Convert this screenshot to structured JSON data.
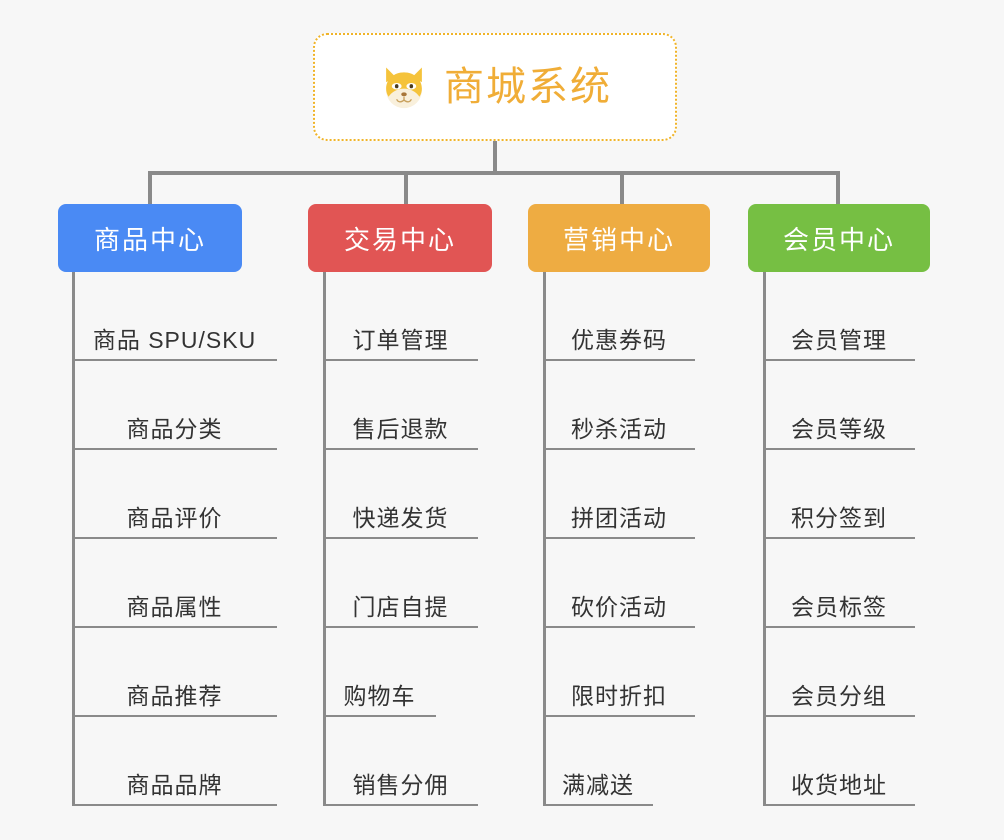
{
  "root": {
    "title": "商城系统",
    "icon": "shiba-dog-face-icon",
    "border_color": "#f0b429",
    "text_color": "#f0ad37"
  },
  "connector": {
    "color": "#8a8a8a"
  },
  "branches": [
    {
      "id": "product-center",
      "label": "商品中心",
      "color": "#4a8af4",
      "items": [
        "商品 SPU/SKU",
        "商品分类",
        "商品评价",
        "商品属性",
        "商品推荐",
        "商品品牌"
      ]
    },
    {
      "id": "trade-center",
      "label": "交易中心",
      "color": "#e15554",
      "items": [
        "订单管理",
        "售后退款",
        "快递发货",
        "门店自提",
        "购物车",
        "销售分佣"
      ]
    },
    {
      "id": "marketing-center",
      "label": "营销中心",
      "color": "#eeac42",
      "items": [
        "优惠券码",
        "秒杀活动",
        "拼团活动",
        "砍价活动",
        "限时折扣",
        "满减送"
      ]
    },
    {
      "id": "member-center",
      "label": "会员中心",
      "color": "#76bf43",
      "items": [
        "会员管理",
        "会员等级",
        "积分签到",
        "会员标签",
        "会员分组",
        "收货地址"
      ]
    }
  ]
}
